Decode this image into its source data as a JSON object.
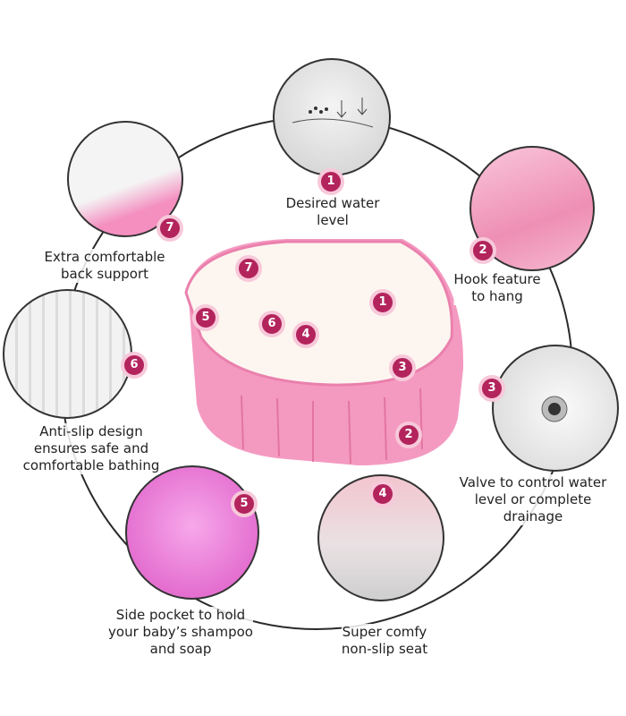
{
  "features": [
    {
      "number": "1",
      "label_lines": [
        "Desired water",
        "level"
      ]
    },
    {
      "number": "2",
      "label_lines": [
        "Hook feature",
        "to hang"
      ]
    },
    {
      "number": "3",
      "label_lines": [
        "Valve to control water",
        "level or complete",
        "drainage"
      ]
    },
    {
      "number": "4",
      "label_lines": [
        "Super comfy",
        "non-slip seat"
      ]
    },
    {
      "number": "5",
      "label_lines": [
        "Side pocket to hold",
        "your baby’s shampoo",
        "and soap"
      ]
    },
    {
      "number": "6",
      "label_lines": [
        "Anti-slip design",
        "ensures safe and",
        "comfortable bathing"
      ]
    },
    {
      "number": "7",
      "label_lines": [
        "Extra comfortable",
        "back support"
      ]
    }
  ],
  "colors": {
    "badge": "#b3245c",
    "badge_ring": "#f7c9da",
    "tub_pink": "#f49ac1"
  }
}
